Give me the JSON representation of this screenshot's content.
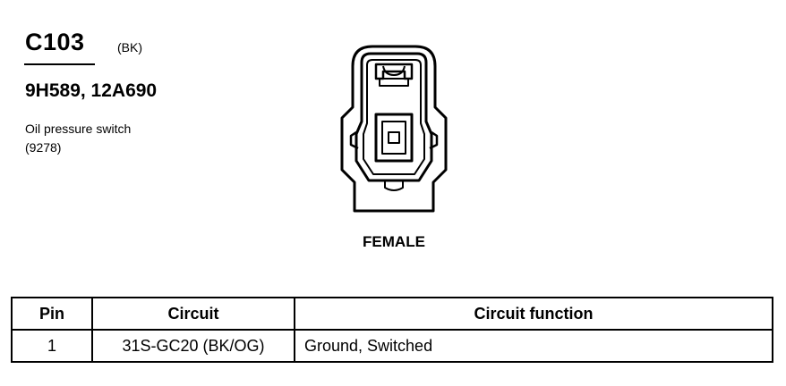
{
  "connector": {
    "id": "C103",
    "color_code": "(BK)",
    "part_numbers": "9H589, 12A690",
    "description": "Oil pressure switch",
    "component_number": "(9278)",
    "gender": "FEMALE"
  },
  "pin_table": {
    "headers": [
      "Pin",
      "Circuit",
      "Circuit function"
    ],
    "rows": [
      {
        "pin": "1",
        "circuit": "31S-GC20 (BK/OG)",
        "function": "Ground, Switched"
      }
    ]
  }
}
